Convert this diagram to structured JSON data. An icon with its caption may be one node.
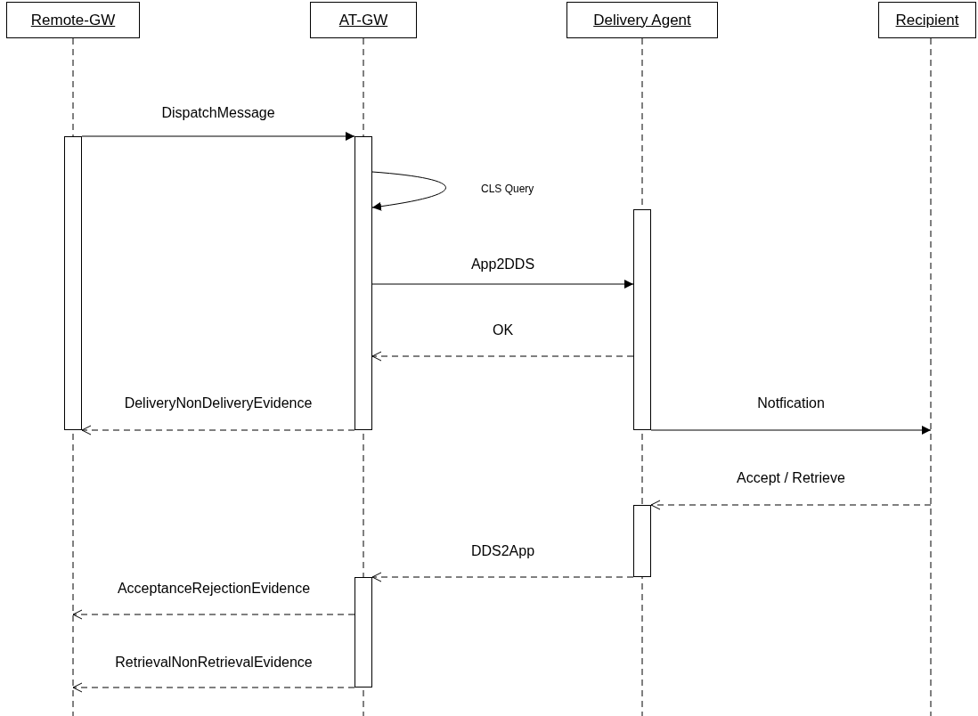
{
  "diagram": {
    "nodes": [
      {
        "text": [
          "Remote-GW"
        ]
      },
      {
        "text": [
          "AT-GW"
        ]
      },
      {
        "text": [
          "Delivery Agent"
        ]
      },
      {
        "text": [
          "Recipient"
        ]
      },
      {
        "text": [],
        "shape": "bar",
        "in": 0
      },
      {
        "text": [],
        "shape": "bar",
        "in": 1
      },
      {
        "text": [],
        "shape": "bar",
        "in": 2
      },
      {
        "text": [],
        "shape": "bar",
        "in": 2
      },
      {
        "text": [],
        "shape": "bar",
        "in": 1
      }
    ],
    "edges": [
      {
        "from": 4,
        "to": 5,
        "arrow": "to",
        "label": "DispatchMessage"
      },
      {
        "from": 5,
        "to": 5,
        "arrow": "to",
        "label": "CLS Query"
      },
      {
        "from": 5,
        "to": 6,
        "arrow": "to",
        "label": "App2DDS"
      },
      {
        "from": 6,
        "to": 5,
        "arrow": "to",
        "label": "OK",
        "style": "dashed"
      },
      {
        "from": 5,
        "to": 4,
        "arrow": "to",
        "label": "DeliveryNonDeliveryEvidence",
        "style": "dashed"
      },
      {
        "from": 6,
        "to": 3,
        "arrow": "to",
        "label": "Notfication"
      },
      {
        "from": 3,
        "to": 7,
        "arrow": "to",
        "label": "Accept / Retrieve",
        "style": "dashed"
      },
      {
        "from": 7,
        "to": 8,
        "arrow": "to",
        "label": "DDS2App",
        "style": "dashed"
      },
      {
        "from": 8,
        "to": 0,
        "arrow": "to",
        "label": "AcceptanceRejectionEvidence",
        "style": "dashed"
      },
      {
        "from": 8,
        "to": 0,
        "arrow": "to",
        "label": "RetrievalNonRetrievalEvidence",
        "style": "dashed"
      }
    ]
  }
}
